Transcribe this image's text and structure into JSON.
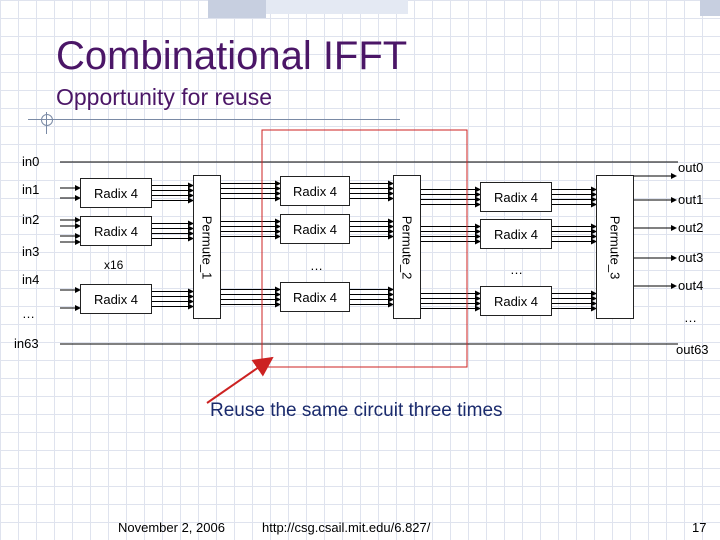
{
  "slide": {
    "title": "Combinational IFFT",
    "subtitle": "Opportunity for reuse",
    "footer_date": "November 2, 2006",
    "footer_url": "http://csg.csail.mit.edu/6.827/",
    "page_number": "17"
  },
  "diagram": {
    "inputs": [
      "in0",
      "in1",
      "in2",
      "in3",
      "in4",
      "…",
      "in63"
    ],
    "outputs": [
      "out0",
      "out1",
      "out2",
      "out3",
      "out4",
      "…",
      "out63"
    ],
    "stage1": {
      "radix": [
        "Radix 4",
        "Radix 4",
        "Radix 4"
      ],
      "multiplier": "x16"
    },
    "stage2": {
      "radix": [
        "Radix 4",
        "Radix 4",
        "Radix 4"
      ],
      "ellipsis": "…"
    },
    "stage3": {
      "radix": [
        "Radix 4",
        "Radix 4",
        "Radix 4"
      ],
      "ellipsis": "…"
    },
    "permutes": [
      "Permute_1",
      "Permute_2",
      "Permute_3"
    ],
    "annotation": "Reuse the same circuit three times",
    "colors": {
      "highlight": "#cc2222",
      "title": "#4b1667",
      "annotation": "#1a2a6c"
    }
  }
}
